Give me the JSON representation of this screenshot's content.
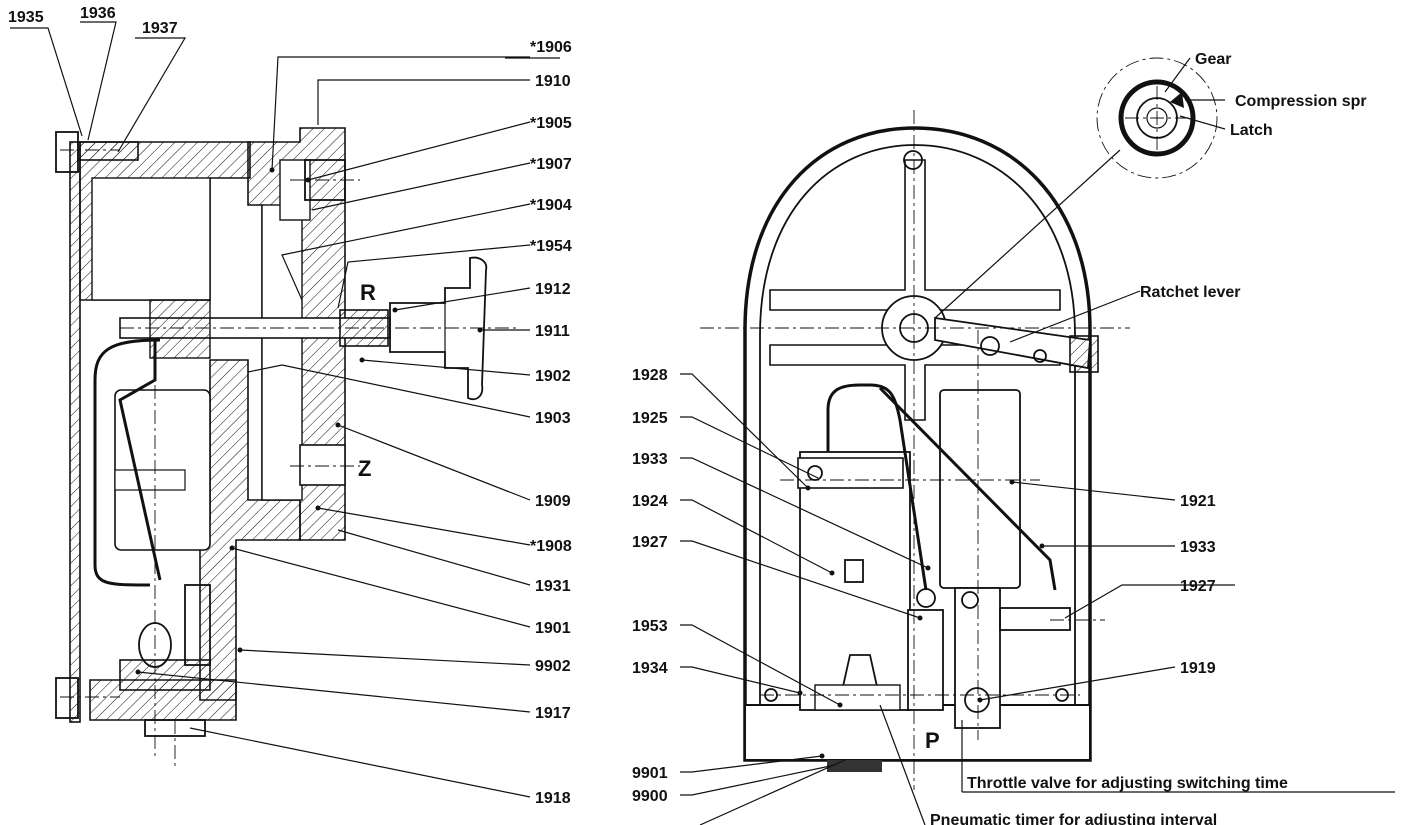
{
  "left_view_labels": {
    "l1935": "1935",
    "l1936": "1936",
    "l1937": "1937",
    "l1906": "*1906",
    "l1910": "1910",
    "l1905": "*1905",
    "l1907": "*1907",
    "l1904": "*1904",
    "l1954": "*1954",
    "l1912": "1912",
    "l1911": "1911",
    "l1902": "1902",
    "l1903": "1903",
    "l1909": "1909",
    "l1908": "*1908",
    "l1931": "1931",
    "l1901": "1901",
    "l9902": "9902",
    "l1917": "1917",
    "l1918": "1918",
    "port_r": "R",
    "port_z": "Z"
  },
  "right_view_labels": {
    "l1928": "1928",
    "l1925": "1925",
    "l1933a": "1933",
    "l1924": "1924",
    "l1927a": "1927",
    "l1953": "1953",
    "l1934": "1934",
    "l9901": "9901",
    "l9900": "9900",
    "l1921": "1921",
    "l1933b": "1933",
    "l1927b": "1927",
    "l1919": "1919",
    "ratchet": "Ratchet lever",
    "gear": "Gear",
    "spring": "Compression spr",
    "latch": "Latch",
    "throttle": "Throttle valve for adjusting switching time",
    "timer": "Pneumatic timer for adjusting interval",
    "port_p": "P"
  }
}
